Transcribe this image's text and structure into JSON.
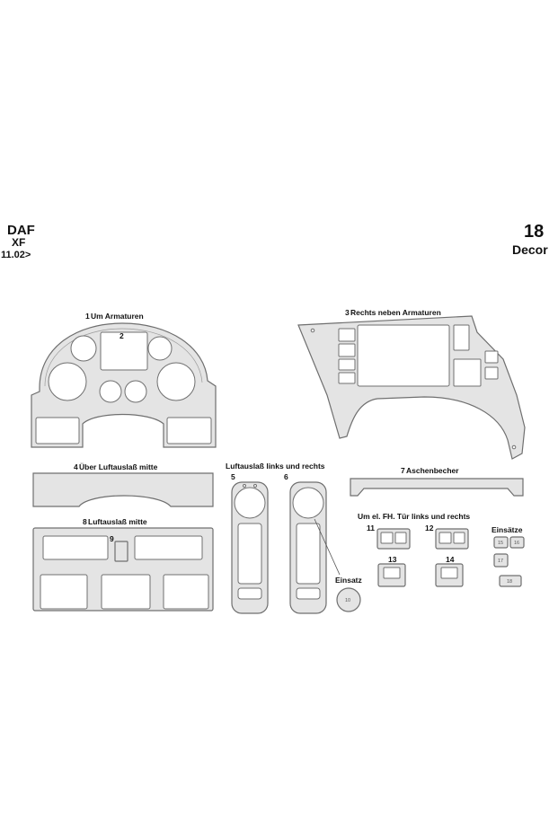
{
  "header": {
    "make": "DAF",
    "model": "XF",
    "date": "11.02>"
  },
  "set": {
    "count": "18",
    "label": "Decor"
  },
  "parts": {
    "p1": {
      "num": "1",
      "label": "Um Armaturen"
    },
    "p2": {
      "num": "2"
    },
    "p3": {
      "num": "3",
      "label": "Rechts neben Armaturen"
    },
    "p4": {
      "num": "4",
      "label": "Über Luftauslaß mitte"
    },
    "p56": {
      "label": "Luftauslaß links und rechts"
    },
    "p5": {
      "num": "5"
    },
    "p6": {
      "num": "6"
    },
    "p7": {
      "num": "7",
      "label": "Aschenbecher"
    },
    "p8": {
      "num": "8",
      "label": "Luftauslaß mitte"
    },
    "p9": {
      "num": "9"
    },
    "p10": {
      "num": "10",
      "label": "Einsatz"
    },
    "door": {
      "label": "Um el. FH. Tür links und rechts"
    },
    "p11": {
      "num": "11"
    },
    "p12": {
      "num": "12"
    },
    "p13": {
      "num": "13"
    },
    "p14": {
      "num": "14"
    },
    "inserts": {
      "label": "Einsätze"
    },
    "p15": {
      "num": "15"
    },
    "p16": {
      "num": "16"
    },
    "p17": {
      "num": "17"
    },
    "p18": {
      "num": "18"
    }
  },
  "colors": {
    "background": "#ffffff",
    "part_fill": "#e4e4e4",
    "part_stroke": "#6f6f6f",
    "text": "#111111"
  }
}
